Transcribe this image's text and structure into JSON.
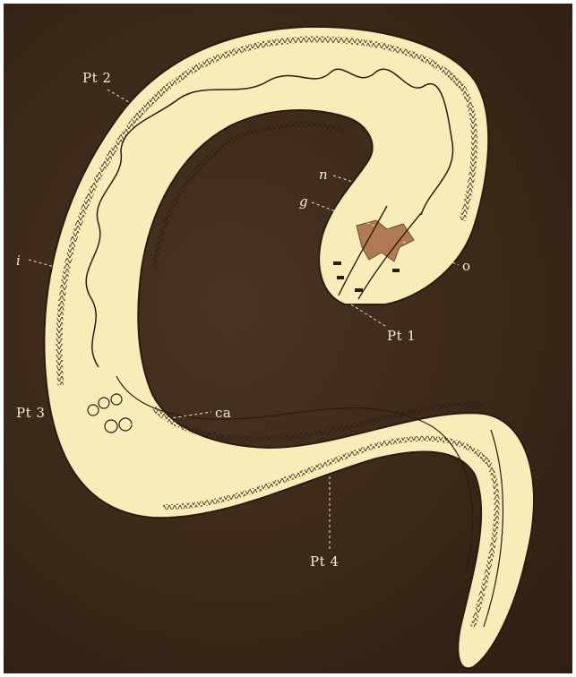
{
  "figure": {
    "labels": {
      "pt1": "Pt 1",
      "pt2": "Pt 2",
      "pt3": "Pt 3",
      "pt4": "Pt 4",
      "i": "i",
      "n": "n",
      "g": "g",
      "o": "o",
      "ca": "ca"
    }
  },
  "colors": {
    "background": "#3a2818",
    "body_fill": "#f6edb8",
    "outline": "#2a1c10",
    "ganglion": "#b07a52"
  }
}
